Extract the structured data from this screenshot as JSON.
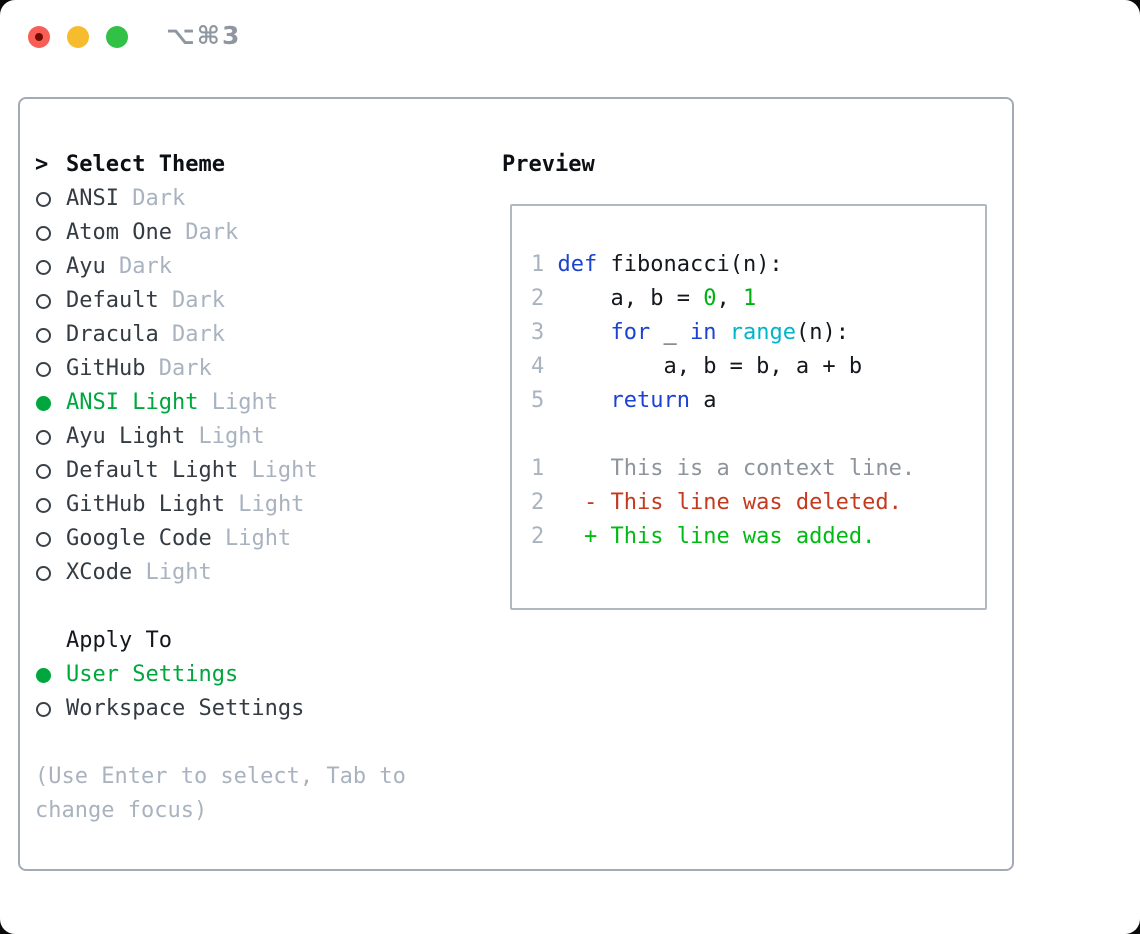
{
  "window": {
    "title": "⌥⌘3"
  },
  "theme_list": {
    "cursor": ">",
    "header": "Select Theme",
    "items": [
      {
        "name": "ANSI",
        "tag": "Dark",
        "selected": false
      },
      {
        "name": "Atom One",
        "tag": "Dark",
        "selected": false
      },
      {
        "name": "Ayu",
        "tag": "Dark",
        "selected": false
      },
      {
        "name": "Default",
        "tag": "Dark",
        "selected": false
      },
      {
        "name": "Dracula",
        "tag": "Dark",
        "selected": false
      },
      {
        "name": "GitHub",
        "tag": "Dark",
        "selected": false
      },
      {
        "name": "ANSI Light",
        "tag": "Light",
        "selected": true
      },
      {
        "name": "Ayu Light",
        "tag": "Light",
        "selected": false
      },
      {
        "name": "Default Light",
        "tag": "Light",
        "selected": false
      },
      {
        "name": "GitHub Light",
        "tag": "Light",
        "selected": false
      },
      {
        "name": "Google Code",
        "tag": "Light",
        "selected": false
      },
      {
        "name": "XCode",
        "tag": "Light",
        "selected": false
      }
    ]
  },
  "apply_to": {
    "header": "Apply To",
    "options": [
      {
        "label": "User Settings",
        "selected": true
      },
      {
        "label": "Workspace Settings",
        "selected": false
      }
    ]
  },
  "help_text": "(Use Enter to select, Tab to change focus)",
  "preview": {
    "header": "Preview",
    "code_lines": [
      {
        "num": "1",
        "tokens": [
          {
            "t": "def",
            "c": "kw"
          },
          {
            "t": " fibonacci(n):",
            "c": "pl"
          }
        ]
      },
      {
        "num": "2",
        "tokens": [
          {
            "t": "    a, b = ",
            "c": "pl"
          },
          {
            "t": "0",
            "c": "num"
          },
          {
            "t": ", ",
            "c": "pl"
          },
          {
            "t": "1",
            "c": "num"
          }
        ]
      },
      {
        "num": "3",
        "tokens": [
          {
            "t": "    ",
            "c": "pl"
          },
          {
            "t": "for",
            "c": "kw"
          },
          {
            "t": " _ ",
            "c": "pl"
          },
          {
            "t": "in",
            "c": "kw"
          },
          {
            "t": " ",
            "c": "pl"
          },
          {
            "t": "range",
            "c": "fn"
          },
          {
            "t": "(n):",
            "c": "pl"
          }
        ]
      },
      {
        "num": "4",
        "tokens": [
          {
            "t": "        a, b = b, a + b",
            "c": "pl"
          }
        ]
      },
      {
        "num": "5",
        "tokens": [
          {
            "t": "    ",
            "c": "pl"
          },
          {
            "t": "return",
            "c": "kw"
          },
          {
            "t": " a",
            "c": "pl"
          }
        ]
      }
    ],
    "diff_lines": [
      {
        "num": "1",
        "tokens": [
          {
            "t": "    This is a context line.",
            "c": "ctx"
          }
        ]
      },
      {
        "num": "2",
        "tokens": [
          {
            "t": "  - This line was deleted.",
            "c": "del"
          }
        ]
      },
      {
        "num": "2",
        "tokens": [
          {
            "t": "  + This line was added.",
            "c": "add"
          }
        ]
      }
    ]
  },
  "colors": {
    "selection_green": "#00a63e",
    "keyword_blue": "#1c43cf",
    "function_cyan": "#00b5c9",
    "number_green": "#00b112",
    "deleted_red": "#c43a1e",
    "added_green": "#00bb12",
    "traffic_red": "#f85e56",
    "traffic_yellow": "#f7bc2d",
    "traffic_green": "#30c146",
    "muted_gray": "#a9b3c0",
    "context_gray": "#8d949c",
    "text_dark": "#343b43",
    "heading_black": "#0c0f13"
  }
}
